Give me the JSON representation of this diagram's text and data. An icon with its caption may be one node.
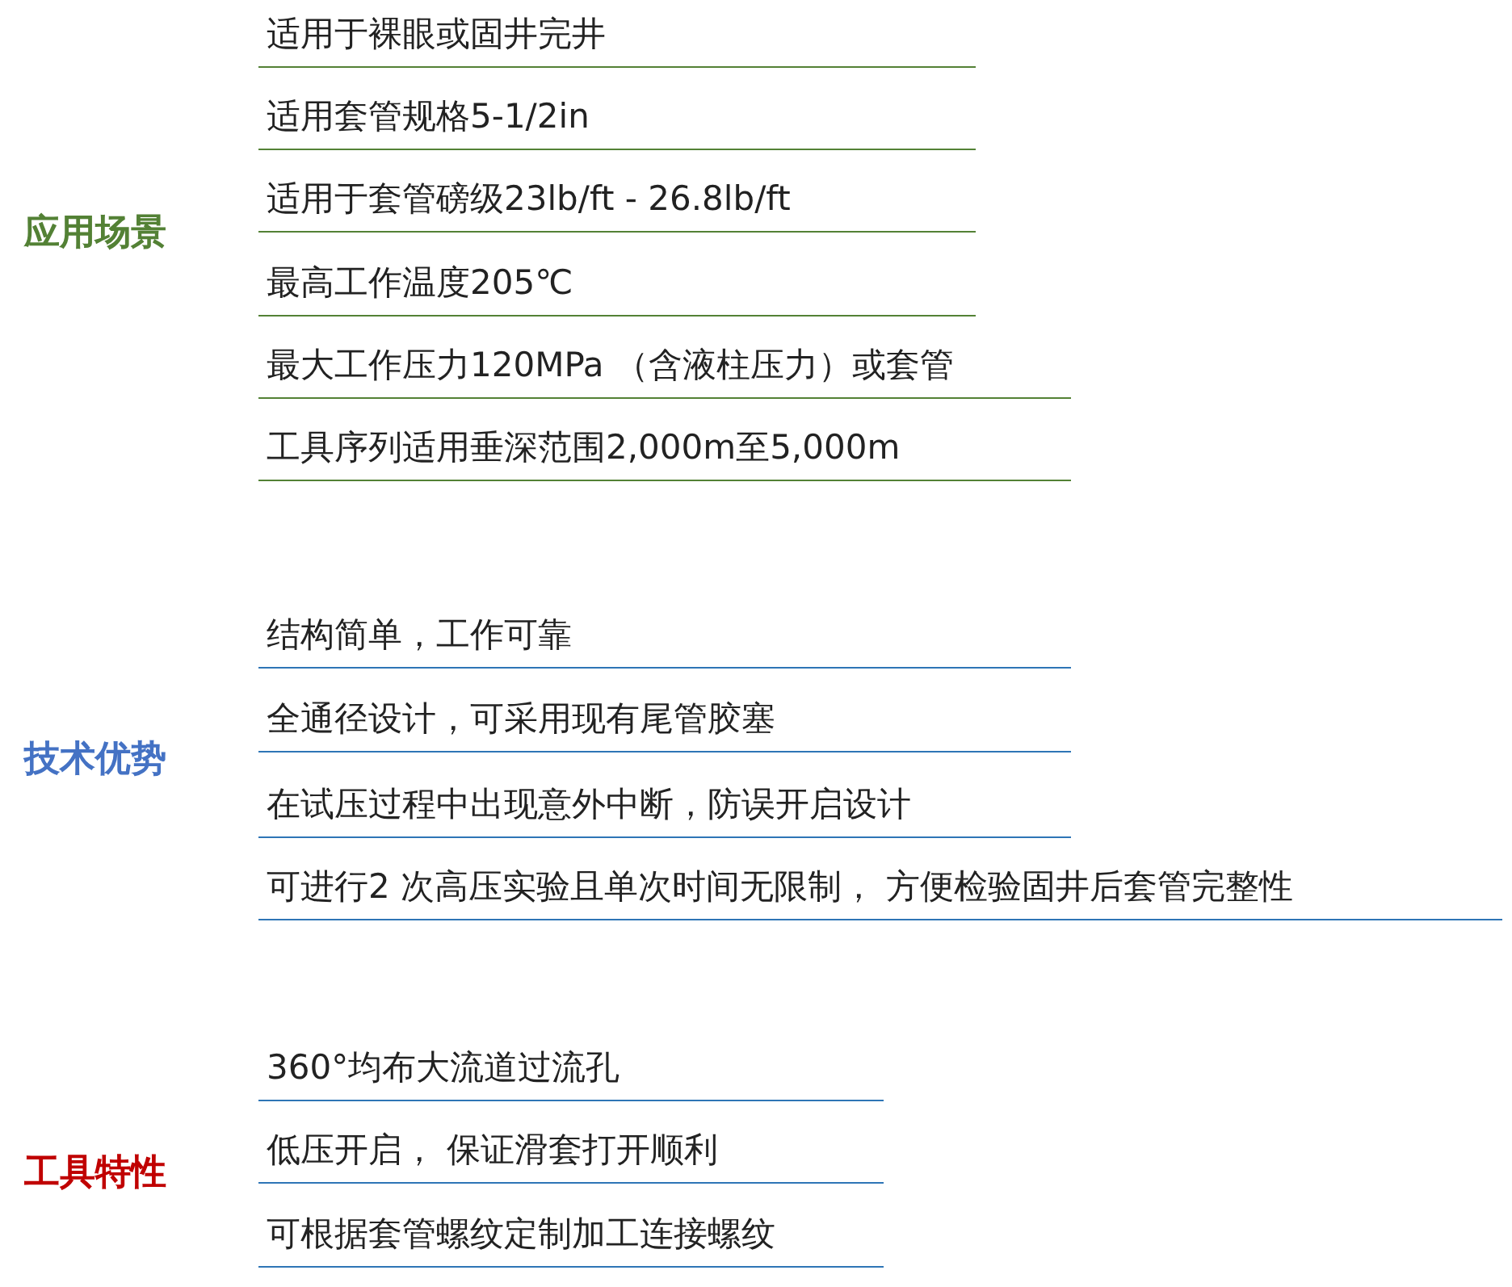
{
  "diagram": {
    "labels": [
      "应用场景",
      "适用于裸眼或固井完井",
      "适用套管规格5-1/2in",
      "适用于套管磅级23lb/ft - 26.8lb/ft",
      "最高工作温度205℃",
      "最大工作压力120MPa （含液柱压力）或套管",
      "工具序列适用垂深范围2,000m至5,000m",
      "技术优势",
      "结构简单，工作可靠",
      "全通径设计，可采用现有尾管胶塞",
      "在试压过程中出现意外中断，防误开启设计",
      "可进行2 次高压实验且单次时间无限制， 方便检验固井后套管完整性",
      "工具特性",
      "360°均布大流道过流孔",
      "低压开启， 保证滑套打开顺利",
      "可根据套管螺纹定制加工连接螺纹"
    ]
  }
}
